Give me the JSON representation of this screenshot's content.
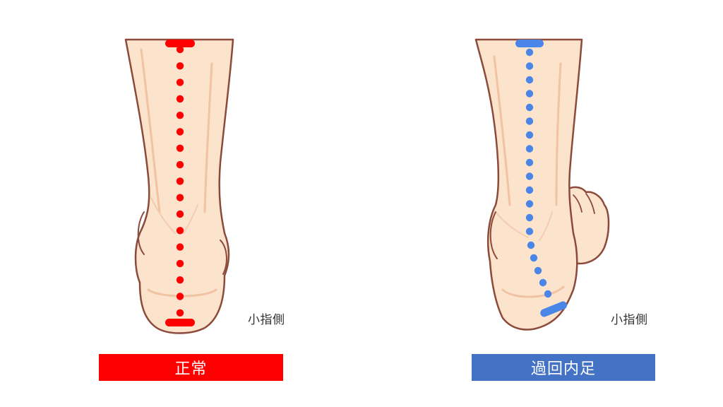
{
  "panels": {
    "normal": {
      "side_label": "小指側",
      "caption": "正常",
      "accent_color": "#ff0000"
    },
    "overpronation": {
      "side_label": "小指側",
      "caption": "過回内足",
      "accent_color": "#4a86e8",
      "caption_bg": "#4472c4"
    }
  },
  "colors": {
    "skin": "#fbe3cc",
    "skin_shadow": "#f3c9a8",
    "outline": "#8b4a3a"
  }
}
